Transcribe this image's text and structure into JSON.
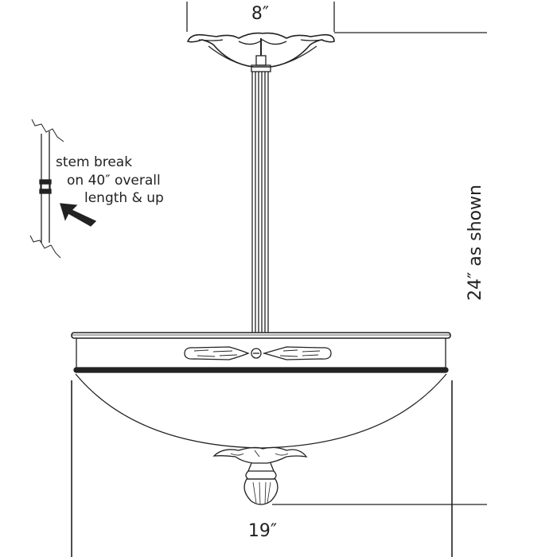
{
  "dimensions": {
    "canopy_width": "8″",
    "fixture_width": "19″",
    "height": "24″ as shown"
  },
  "note": {
    "line1": "stem break",
    "line2": "on 40″ overall",
    "line3": "length & up"
  },
  "colors": {
    "line": "#222222",
    "background": "#ffffff"
  }
}
